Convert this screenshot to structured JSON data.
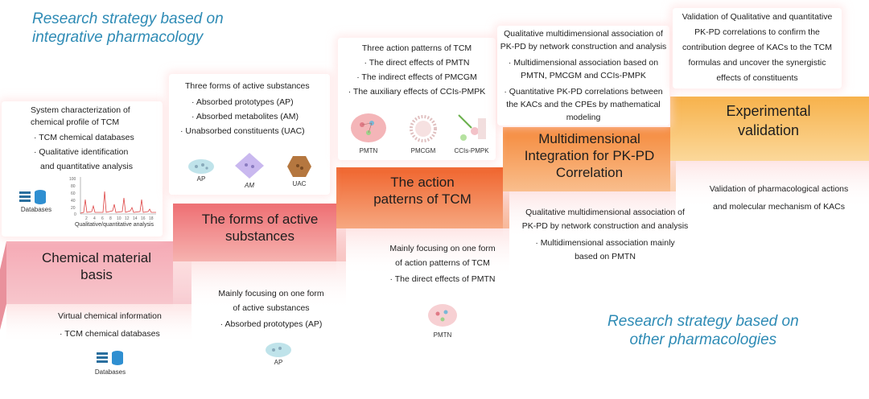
{
  "headings": {
    "top": [
      "Research strategy based on",
      "integrative pharmacology"
    ],
    "bottom": [
      "Research strategy based on",
      "other pharmacologies"
    ]
  },
  "steps": [
    {
      "label": [
        "Chemical material",
        "basis"
      ]
    },
    {
      "label": [
        "The forms of active",
        "substances"
      ]
    },
    {
      "label": [
        "The action",
        "patterns of TCM"
      ]
    },
    {
      "label": [
        "Multidimensional",
        "Integration for PK-PD",
        "Correlation"
      ]
    },
    {
      "label": [
        "Experimental",
        "validation"
      ]
    }
  ],
  "top_cards": {
    "chemical": {
      "title": [
        "System characterization of",
        "chemical profile of TCM"
      ],
      "items": [
        "· TCM chemical databases",
        "· Qualitative identification",
        "and quantitative analysis"
      ],
      "db_label": "Databases",
      "chart_xlabel": "Qualitative/quantitative analysis",
      "chart_yticks": [
        "100",
        "80",
        "60",
        "40",
        "20",
        "0"
      ],
      "chart_xticks": [
        "2",
        "4",
        "6",
        "8",
        "10",
        "12",
        "14",
        "16",
        "18"
      ]
    },
    "forms": {
      "title": "Three forms of active substances",
      "items": [
        "· Absorbed prototypes (AP)",
        "· Absorbed metabolites (AM)",
        "· Unabsorbed constituents (UAC)"
      ],
      "icons": [
        "AP",
        "AM",
        "UAC"
      ]
    },
    "patterns": {
      "title": "Three action patterns of TCM",
      "items": [
        "· The direct effects of PMTN",
        "· The indirect effects of PMCGM",
        "· The auxiliary effects of CCIs-PMPK"
      ],
      "icons": [
        "PMTN",
        "PMCGM",
        "CCIs-PMPK"
      ]
    },
    "integration": {
      "lines": [
        "Qualitative multidimensional association of",
        "PK-PD by network construction and analysis",
        "· Multidimensional association based on",
        "PMTN, PMCGM and CCIs-PMPK",
        "· Quantitative PK-PD correlations between",
        "the KACs and the CPEs by mathematical",
        "modeling"
      ]
    },
    "validation": {
      "lines": [
        "Validation of Qualitative and quantitative",
        "PK-PD correlations to confirm the",
        "contribution degree of KACs to the TCM",
        "formulas and uncover  the synergistic",
        "effects of constituents"
      ]
    }
  },
  "bottom_notes": {
    "chemical": {
      "lines": [
        "Virtual chemical information",
        "· TCM chemical databases"
      ],
      "db_label": "Databases"
    },
    "forms": {
      "lines": [
        "Mainly focusing on one form",
        "of active substances",
        "· Absorbed prototypes (AP)"
      ],
      "icon": "AP"
    },
    "patterns": {
      "lines": [
        "Mainly focusing on one form",
        "of action patterns of TCM",
        "· The direct effects of PMTN"
      ],
      "icon": "PMTN"
    },
    "integration": {
      "lines": [
        "Qualitative multidimensional association of",
        "PK-PD by network construction and analysis",
        "· Multidimensional association mainly",
        "based on  PMTN"
      ]
    },
    "validation": {
      "lines": [
        "Validation of  pharmacological actions",
        "and molecular mechanism of KACs"
      ]
    }
  },
  "colors": {
    "heading": "#2e8bb5",
    "step1": "#f29aa6",
    "step2": "#f07a78",
    "step3": "#f26e3c",
    "step4": "#f5924a",
    "step5": "#f8bb5e"
  }
}
